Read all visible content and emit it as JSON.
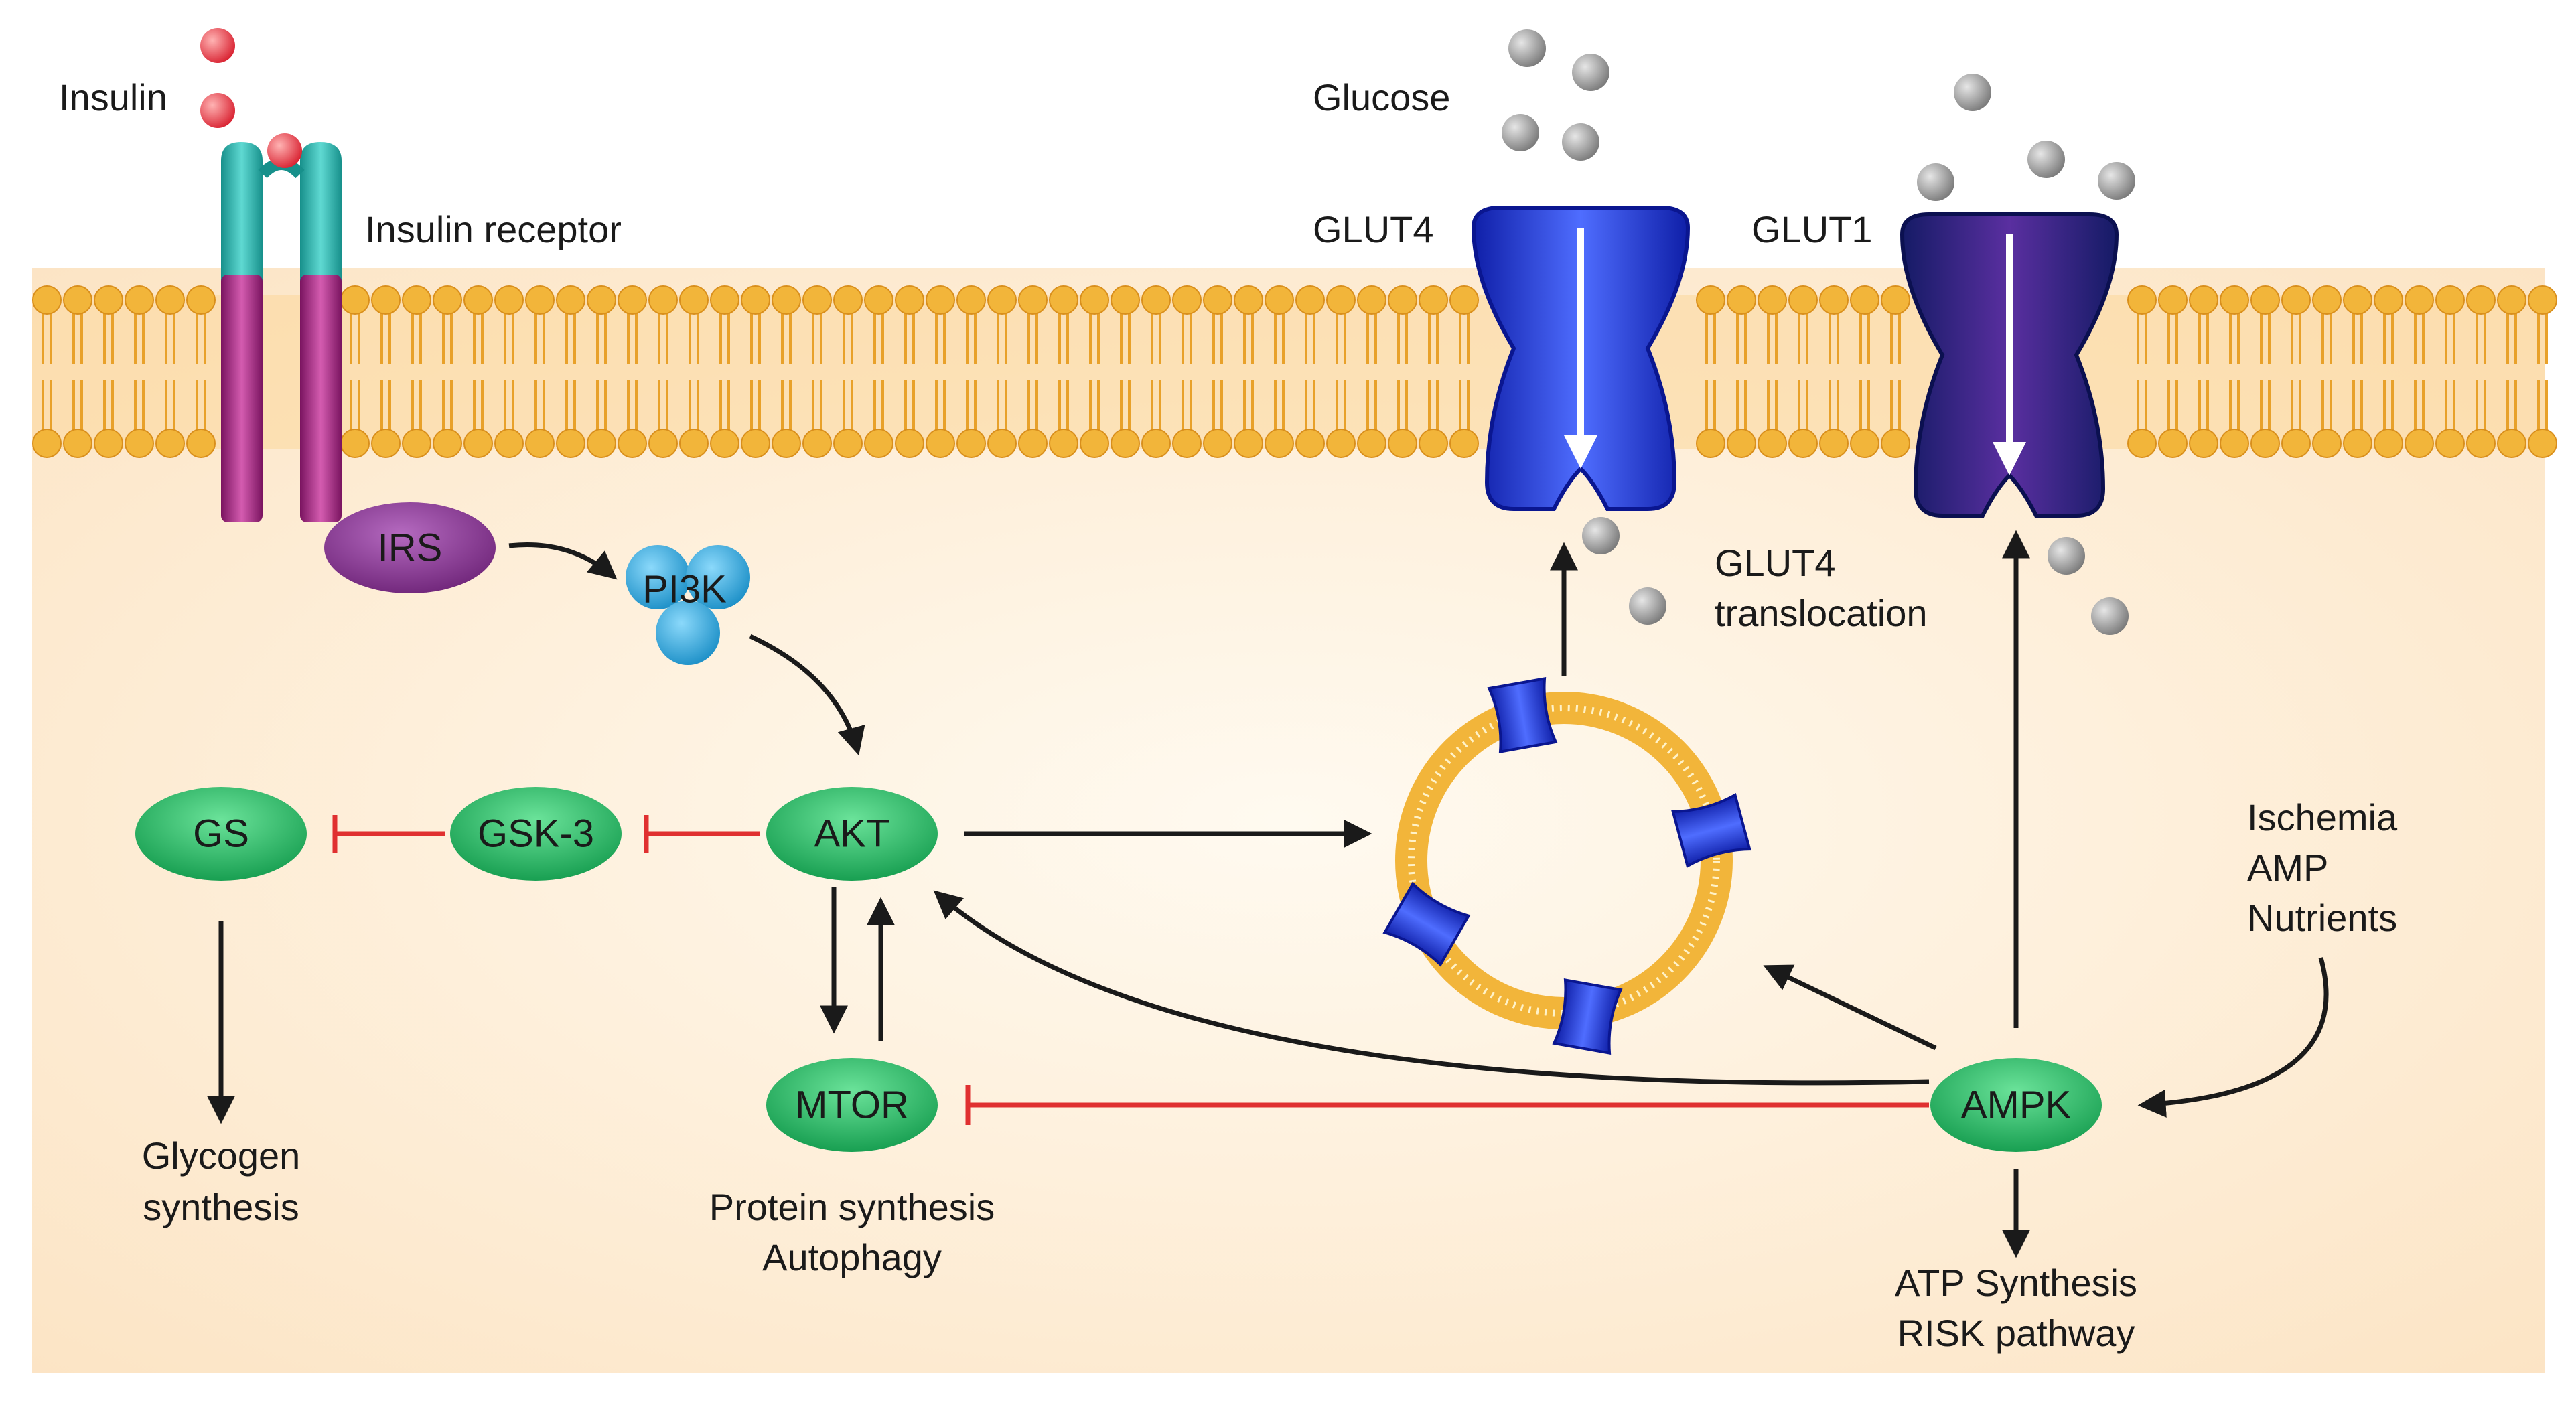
{
  "labels": {
    "insulin": "Insulin",
    "insulin_receptor": "Insulin receptor",
    "glucose": "Glucose",
    "glut4": "GLUT4",
    "glut1": "GLUT1",
    "glut4_translocation_1": "GLUT4",
    "glut4_translocation_2": "translocation",
    "glycogen_1": "Glycogen",
    "glycogen_2": "synthesis",
    "protein_1": "Protein synthesis",
    "protein_2": "Autophagy",
    "stimuli_1": "Ischemia",
    "stimuli_2": "AMP",
    "stimuli_3": "Nutrients",
    "atp_1": "ATP Synthesis",
    "atp_2": "RISK pathway"
  },
  "nodes": {
    "irs": "IRS",
    "pi3k": "PI3K",
    "akt": "AKT",
    "gsk3": "GSK-3",
    "gs": "GS",
    "mtor": "MTOR",
    "ampk": "AMPK"
  },
  "colors": {
    "cytoplasm": "#fde6c8",
    "membrane_head": "#f2b53a",
    "membrane_tail": "#e8a12a",
    "receptor_top": "#27b6b0",
    "receptor_bottom": "#a3237f",
    "irs": "#8a3a94",
    "pi3k": "#33a8dc",
    "node_green": "#1db25f",
    "insulin": "#e63946",
    "glucose": "#9a9a9a",
    "glut4": "#1a36d8",
    "glut1": "#1f2a8c",
    "activation": "#1a1a1a",
    "inhibition": "#e03030"
  }
}
